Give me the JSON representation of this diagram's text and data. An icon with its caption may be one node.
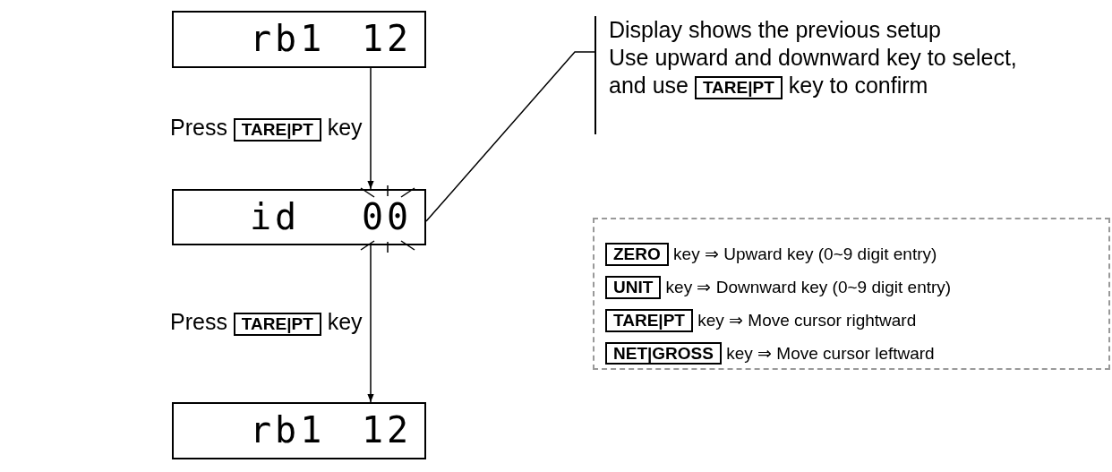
{
  "diagram": {
    "nodes": [
      {
        "text": [
          "rb1",
          "12"
        ]
      },
      {
        "text": [
          "id",
          "00"
        ]
      },
      {
        "text": [
          "rb1",
          "12"
        ]
      },
      {
        "text": [
          "Display shows the previous setup",
          "Use upward and downward key to select, and use **TARE|PT** key to confirm"
        ]
      },
      {
        "text": [
          "**ZERO** key ⇒ Upward key (0~9 digit entry)",
          "**UNIT** key ⇒ Downward key (0~9 digit entry)",
          "**TARE|PT** key ⇒ Move cursor rightward",
          "**NET|GROSS** key ⇒ Move cursor leftward"
        ]
      }
    ],
    "edges": [
      {
        "from": 0,
        "to": 1,
        "arrow": "to",
        "label": "Press **TARE|PT** key"
      },
      {
        "from": 1,
        "to": 2,
        "arrow": "to",
        "label": "Press **TARE|PT** key"
      },
      {
        "from": 3,
        "to": 1,
        "arrow": "none"
      }
    ]
  }
}
